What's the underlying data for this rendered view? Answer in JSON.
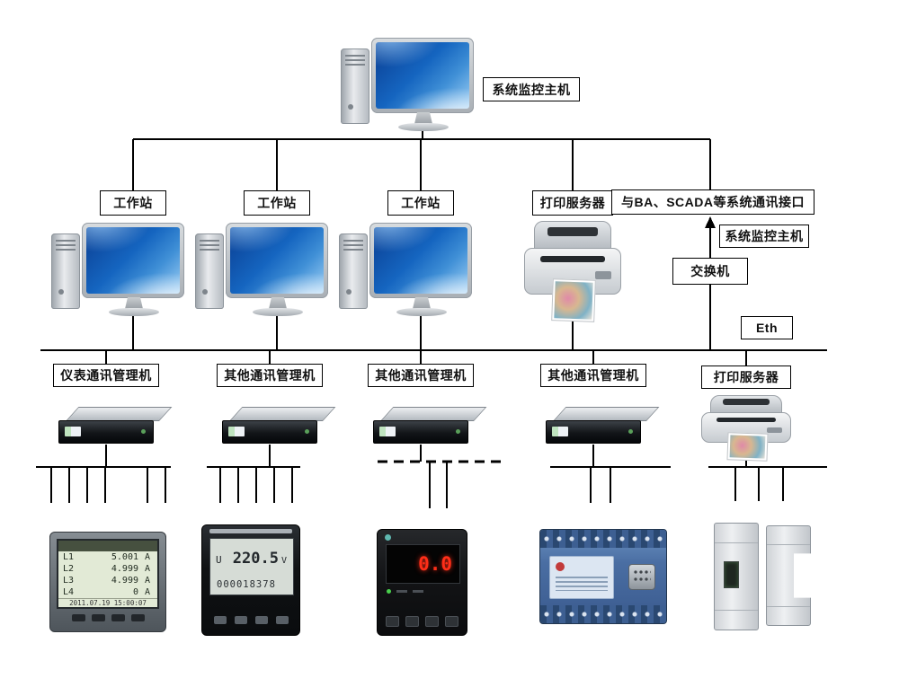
{
  "diagram": {
    "tier1": {
      "host": "系统监控主机"
    },
    "tier2": {
      "workstations": [
        "工作站",
        "工作站",
        "工作站"
      ],
      "print_server": "打印服务器",
      "scada_interface": "与BA、SCADA等系统通讯接口",
      "host_ref": "系统监控主机",
      "switch": "交换机",
      "eth": "Eth"
    },
    "tier3": {
      "managers": [
        "仪表通讯管理机",
        "其他通讯管理机",
        "其他通讯管理机",
        "其他通讯管理机"
      ],
      "print_server": "打印服务器"
    }
  },
  "instruments": {
    "power_meter": {
      "rows": [
        {
          "ch": "L1",
          "val": "5.001",
          "unit": "A"
        },
        {
          "ch": "L2",
          "val": "4.999",
          "unit": "A"
        },
        {
          "ch": "L3",
          "val": "4.999",
          "unit": "A"
        },
        {
          "ch": "L4",
          "val": "0",
          "unit": "A"
        }
      ],
      "footer": "2011.07.19  15:00:07"
    },
    "volt_meter": {
      "symbol": "U",
      "value": "220.5",
      "unit": "V",
      "counter": "000018378"
    },
    "digital_meter": {
      "value": "0.0"
    }
  },
  "colors": {
    "wire": "#000000",
    "screen_blue": "#1565c0",
    "lcd_green": "#e2ead6",
    "seven_seg_red": "#ff2e18",
    "relay_blue": "#4a6ea3"
  }
}
